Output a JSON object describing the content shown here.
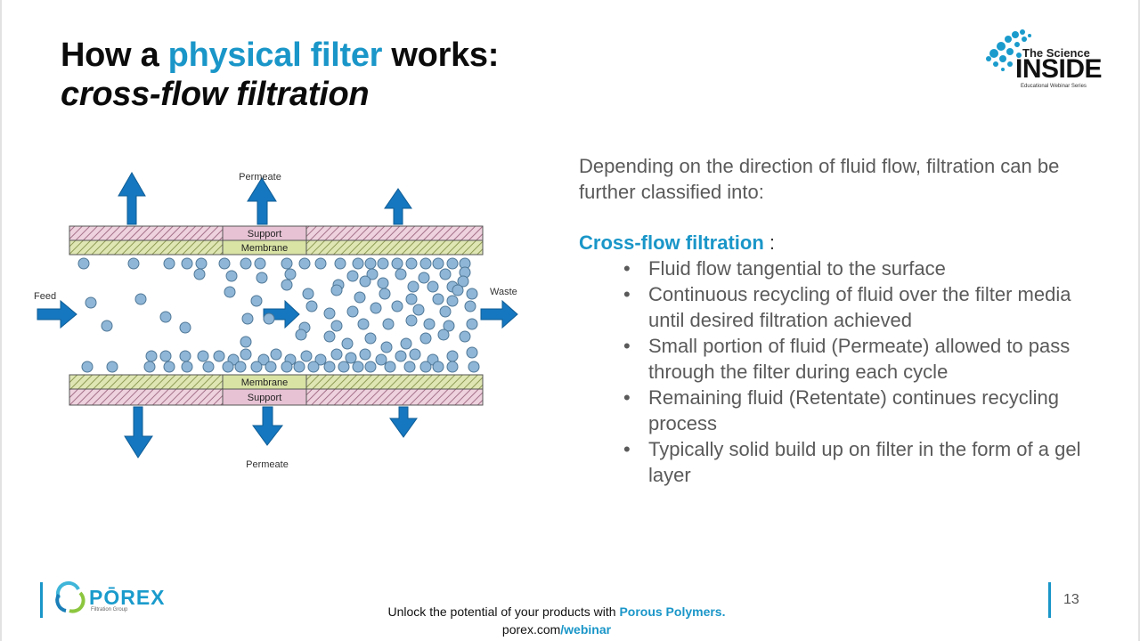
{
  "slide": {
    "title_pre": "How a ",
    "title_accent": "physical filter",
    "title_post": " works:",
    "subtitle": "cross-flow filtration",
    "page_number": "13"
  },
  "logo": {
    "the_science": "The Science",
    "inside": "INSIDE",
    "series": "Educational Webinar Series"
  },
  "diagram": {
    "permeate_top": "Permeate",
    "permeate_bottom": "Permeate",
    "feed": "Feed",
    "waste": "Waste",
    "support_top": "Support",
    "membrane_top": "Membrane",
    "membrane_bottom": "Membrane",
    "support_bottom": "Support"
  },
  "content": {
    "intro": "Depending on the direction of fluid flow, filtration can be further classified into:",
    "section_title": "Cross-flow filtration",
    "section_colon": " :",
    "bullets": [
      "Fluid flow tangential to the surface",
      "Continuous recycling of fluid over the filter media until desired filtration achieved",
      "Small portion of fluid (Permeate) allowed to pass through the filter during each cycle",
      "Remaining fluid (Retentate) continues recycling process",
      "Typically solid build up on filter in the form of a gel layer"
    ]
  },
  "footer": {
    "line1_pre": "Unlock the potential of your products with ",
    "line1_link": "Porous Polymers.",
    "line2_pre": "porex.com",
    "line2_link": "/webinar",
    "porex_name": "PŌREX",
    "porex_sub": "Filtration Group"
  },
  "colors": {
    "accent": "#1a96c8",
    "arrow_blue": "#1577bf",
    "particle": "#8fb6d6",
    "membrane_green": "#c5d58a",
    "support_pink": "#e0b4c8"
  }
}
